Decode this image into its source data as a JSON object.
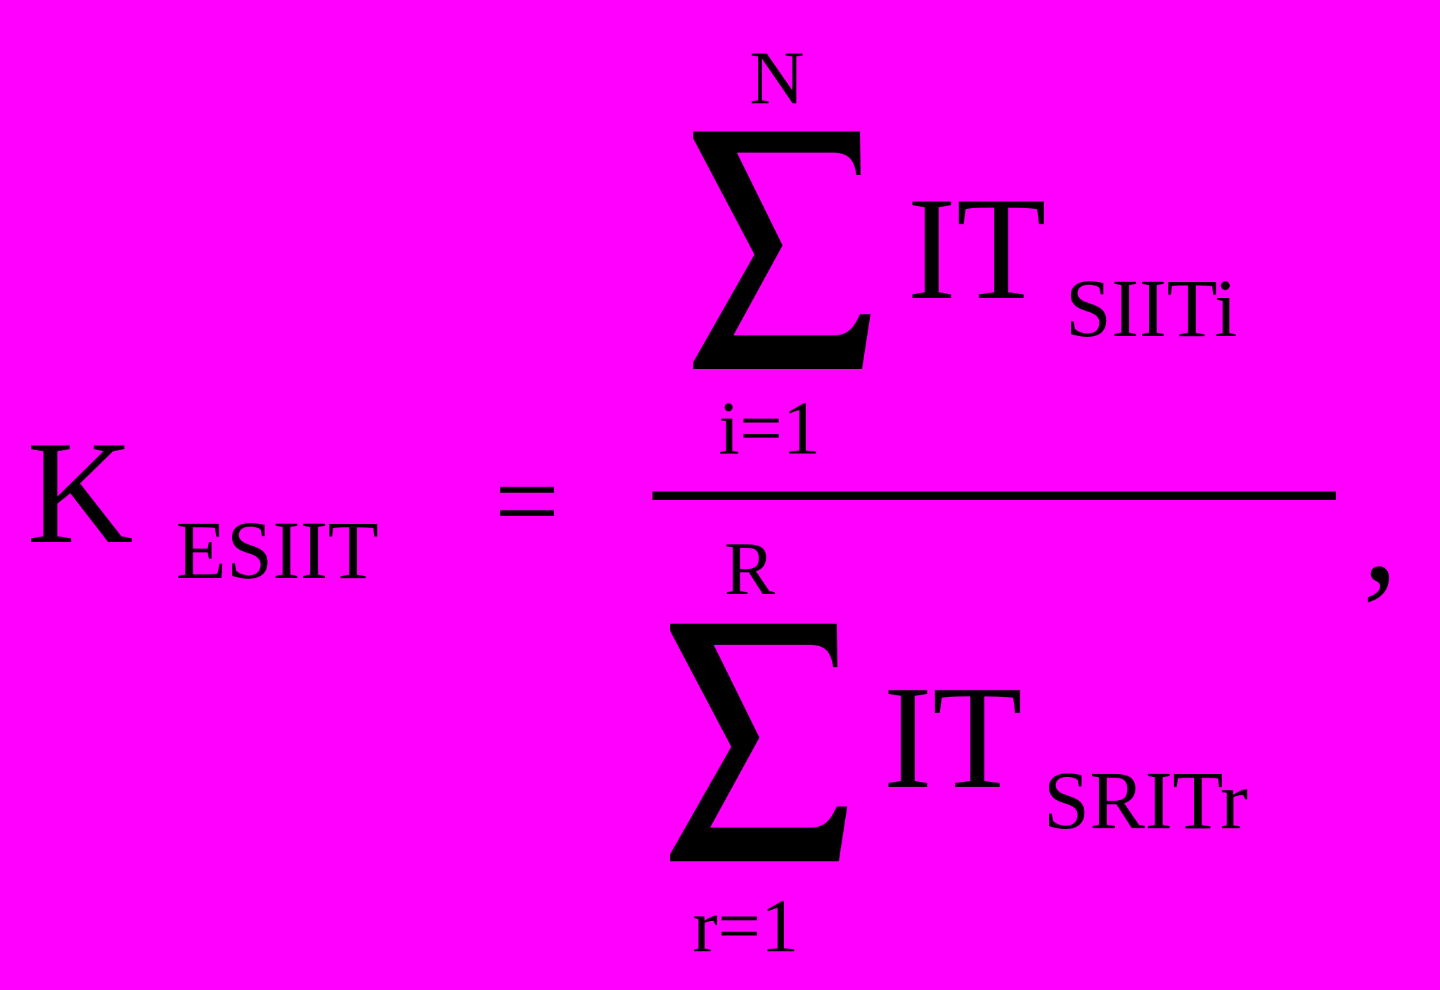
{
  "formula": {
    "lhs": {
      "symbol": "K",
      "subscript": "ESIIT"
    },
    "equals": "=",
    "numerator": {
      "sum_upper": "N",
      "sum_lower": "i=1",
      "term": "IT",
      "term_subscript": "SIITi"
    },
    "denominator": {
      "sum_upper": "R",
      "sum_lower": "r=1",
      "term": "IT",
      "term_subscript": "SRITr"
    },
    "trailing": ","
  },
  "colors": {
    "background": "#ff00ff",
    "ink": "#000000"
  },
  "icons": {
    "summation": "summation-sign-icon",
    "fraction_bar": "fraction-bar"
  }
}
